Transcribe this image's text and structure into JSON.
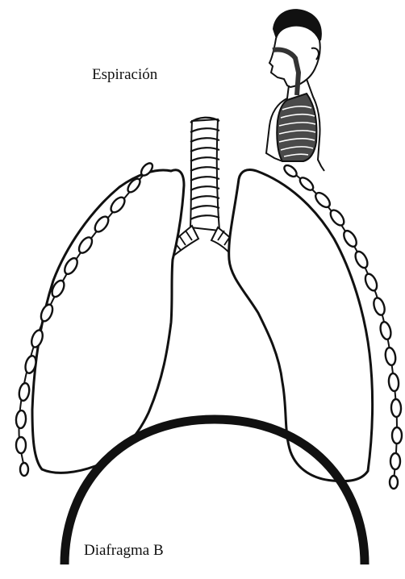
{
  "diagram": {
    "phase_label": "Espiración",
    "diaphragm_label": "Diafragma B",
    "colors": {
      "ink": "#111111",
      "background": "#ffffff",
      "lung_fill": "#ffffff",
      "thorax_fill": "#4a4a4a",
      "skin": "#ffffff"
    },
    "parts": [
      "inset-torso",
      "trachea",
      "bronchi",
      "left-lung",
      "right-lung",
      "left-rib-chain",
      "right-rib-chain",
      "diaphragm"
    ]
  }
}
